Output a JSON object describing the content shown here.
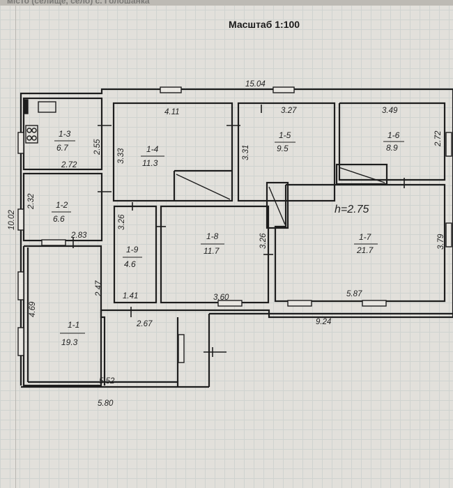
{
  "header": {
    "partial_text": "місто (селище, село) с. Голошанка",
    "scale_title": "Масштаб 1:100"
  },
  "rooms": [
    {
      "id": "1-1",
      "area": "19.3"
    },
    {
      "id": "1-2",
      "area": "6.6"
    },
    {
      "id": "1-3",
      "area": "6.7"
    },
    {
      "id": "1-4",
      "area": "11.3"
    },
    {
      "id": "1-5",
      "area": "9.5"
    },
    {
      "id": "1-6",
      "area": "8.9"
    },
    {
      "id": "1-7",
      "area": "21.7"
    },
    {
      "id": "1-8",
      "area": "11.7"
    },
    {
      "id": "1-9",
      "area": "4.6"
    }
  ],
  "ceiling_height": "h=2.75",
  "dimensions": {
    "total_width": "15.04",
    "total_height": "10.02",
    "d_4_11": "4.11",
    "d_3_27": "3.27",
    "d_3_49": "3.49",
    "d_2_72_v": "2.72",
    "d_2_55": "2.55",
    "d_3_33": "3.33",
    "d_3_31": "3.31",
    "d_2_72_h": "2.72",
    "d_2_32": "2.32",
    "d_2_83": "2.83",
    "d_3_26_a": "3.26",
    "d_3_26_b": "3.26",
    "d_3_79": "3.79",
    "d_2_47": "2.47",
    "d_4_69": "4.69",
    "d_1_41": "1.41",
    "d_3_60": "3.60",
    "d_5_87": "5.87",
    "d_2_67": "2.67",
    "d_9_24": "9.24",
    "d_5_52": "5.52",
    "d_5_80": "5.80"
  }
}
